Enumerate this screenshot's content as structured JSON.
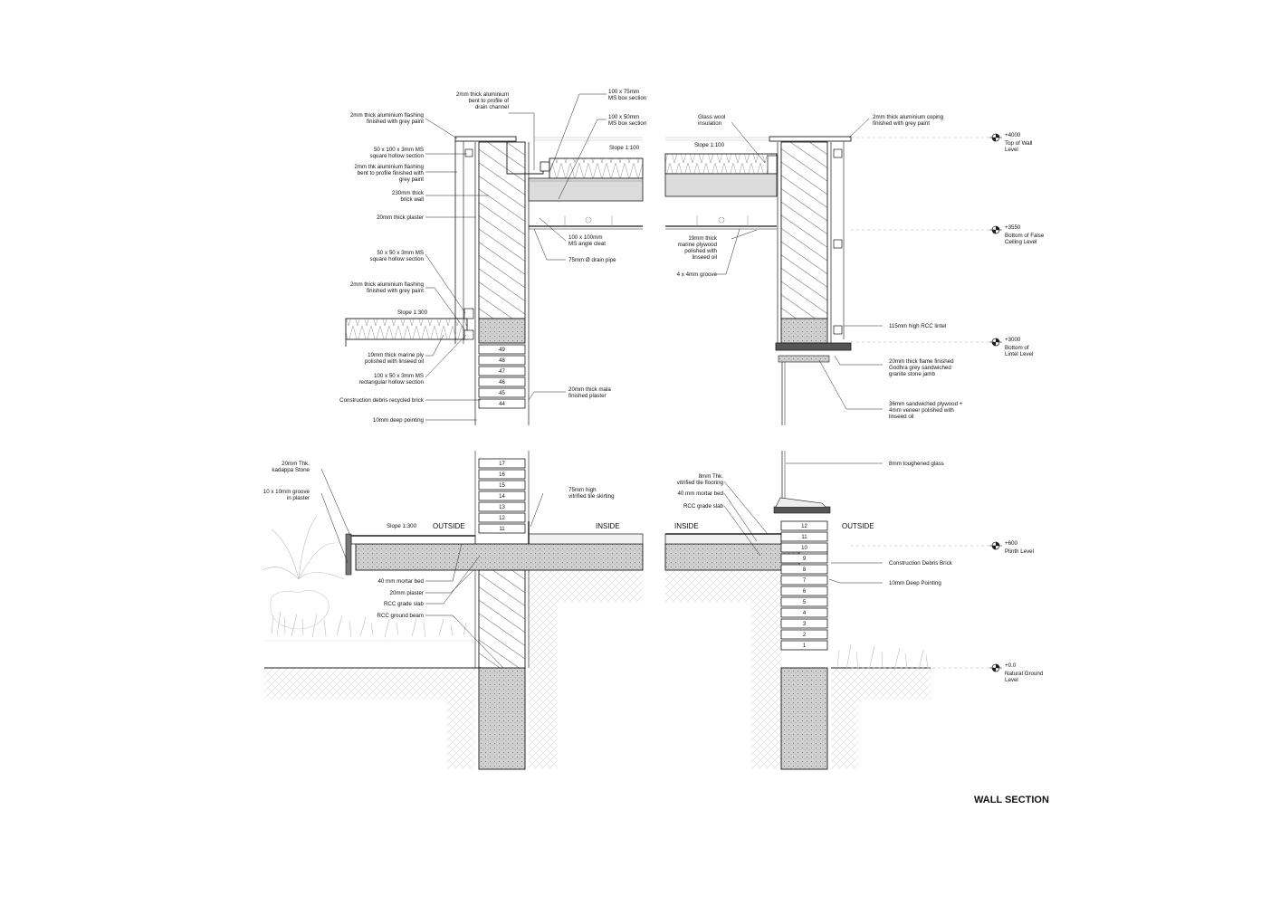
{
  "title": "WALL SECTION",
  "colors": {
    "line": "#1a1a1a",
    "hatch": "#333333",
    "concrete": "#d4d4d4",
    "leader": "#222222",
    "plant": "#bbbbbb",
    "levelLine": "#aaaaaa"
  },
  "top_left_labels": {
    "l1": [
      "2mm thick aluminium",
      "bent to profile of",
      "drain channel"
    ],
    "l2": [
      "100 x 75mm",
      "MS box section"
    ],
    "l3": [
      "100 x 50mm",
      "MS box section"
    ],
    "l4": [
      "2mm thick aluminium flashing",
      "finished with grey paint"
    ],
    "l5": [
      "50 x 100 x 3mm MS",
      "square hollow section"
    ],
    "l6": [
      "2mm thk aluminium flashing",
      "bent to profile finished with",
      "grey paint"
    ],
    "l7": [
      "230mm thick",
      "brick wall"
    ],
    "l8": [
      "20mm thick plaster"
    ],
    "l9": [
      "100 x 100mm",
      "MS angle cleat"
    ],
    "l10": [
      "75mm Ø drain pipe"
    ],
    "l11": [
      "50 x 50 x 3mm MS",
      "square hollow section"
    ],
    "l12": [
      "2mm thick aluminium flashing",
      "finished with grey paint"
    ],
    "l13": [
      "Slope 1:300"
    ],
    "l14": [
      "19mm thick marine ply",
      "polished with linseed oil"
    ],
    "l15": [
      "100 x 50 x 3mm MS",
      "rectangular hollow section"
    ],
    "l16": [
      "Construction debris recycled brick"
    ],
    "l17": [
      "20mm thick mala",
      "finished plaster"
    ],
    "l18": [
      "10mm deep pointing"
    ],
    "slope": "Slope 1:100"
  },
  "top_right_labels": {
    "r1": [
      "Glass wool",
      "insulation"
    ],
    "r2": [
      "2mm thick aluminium coping",
      "finished with grey paint"
    ],
    "slope": "Slope 1:100",
    "r3": [
      "19mm thick",
      "marine plywood",
      "polished with",
      "linseed oil"
    ],
    "r4": [
      "4 x 4mm groove"
    ],
    "r5": [
      "115mm high RCC lintel"
    ],
    "r6": [
      "20mm thick flame finished",
      "Godhra grey sandwiched",
      "granite stone jamb"
    ],
    "r7": [
      "36mm sandwiched plywood +",
      "4mm veneer polished with",
      "linseed oil"
    ]
  },
  "bottom_left_labels": {
    "b1": [
      "20mm Thk.",
      "kadappa Stone"
    ],
    "b2": [
      "10 x 10mm groove",
      "in plaster"
    ],
    "slope": "Slope 1:300",
    "b3": [
      "75mm high",
      "vitrified tile skirting"
    ],
    "b4": [
      "40 mm mortar bed"
    ],
    "b5": [
      "20mm plaster"
    ],
    "b6": [
      "RCC grade slab"
    ],
    "b7": [
      "RCC ground beam"
    ],
    "outside": "OUTSIDE",
    "inside": "INSIDE"
  },
  "bottom_right_labels": {
    "c1": [
      "8mm toughened glass"
    ],
    "c2": [
      "8mm Thk.",
      "vitrified tile flooring"
    ],
    "c3": [
      "40 mm mortar bed"
    ],
    "c4": [
      "RCC grade slab"
    ],
    "c5": [
      "Construction Debris Brick"
    ],
    "c6": [
      "10mm Deep Pointing"
    ],
    "inside": "INSIDE",
    "outside": "OUTSIDE"
  },
  "levels": [
    {
      "value": "+4000",
      "name": [
        "Top of Wall",
        "Level"
      ]
    },
    {
      "value": "+3550",
      "name": [
        "Bottom of False",
        "Ceiling Level"
      ]
    },
    {
      "value": "+3000",
      "name": [
        "Bottom of",
        "Lintel Level"
      ]
    },
    {
      "value": "+600",
      "name": [
        "Plinth Level"
      ]
    },
    {
      "value": "+0.0",
      "name": [
        "Natural Ground",
        "Level"
      ]
    }
  ],
  "bricks_top": [
    "49",
    "48",
    "47",
    "46",
    "45",
    "44"
  ],
  "bricks_bottom_left": [
    "17",
    "16",
    "15",
    "14",
    "13",
    "12",
    "11"
  ],
  "bricks_bottom_right": [
    "12",
    "11",
    "10",
    "9",
    "8",
    "7",
    "6",
    "5",
    "4",
    "3",
    "2",
    "1"
  ]
}
